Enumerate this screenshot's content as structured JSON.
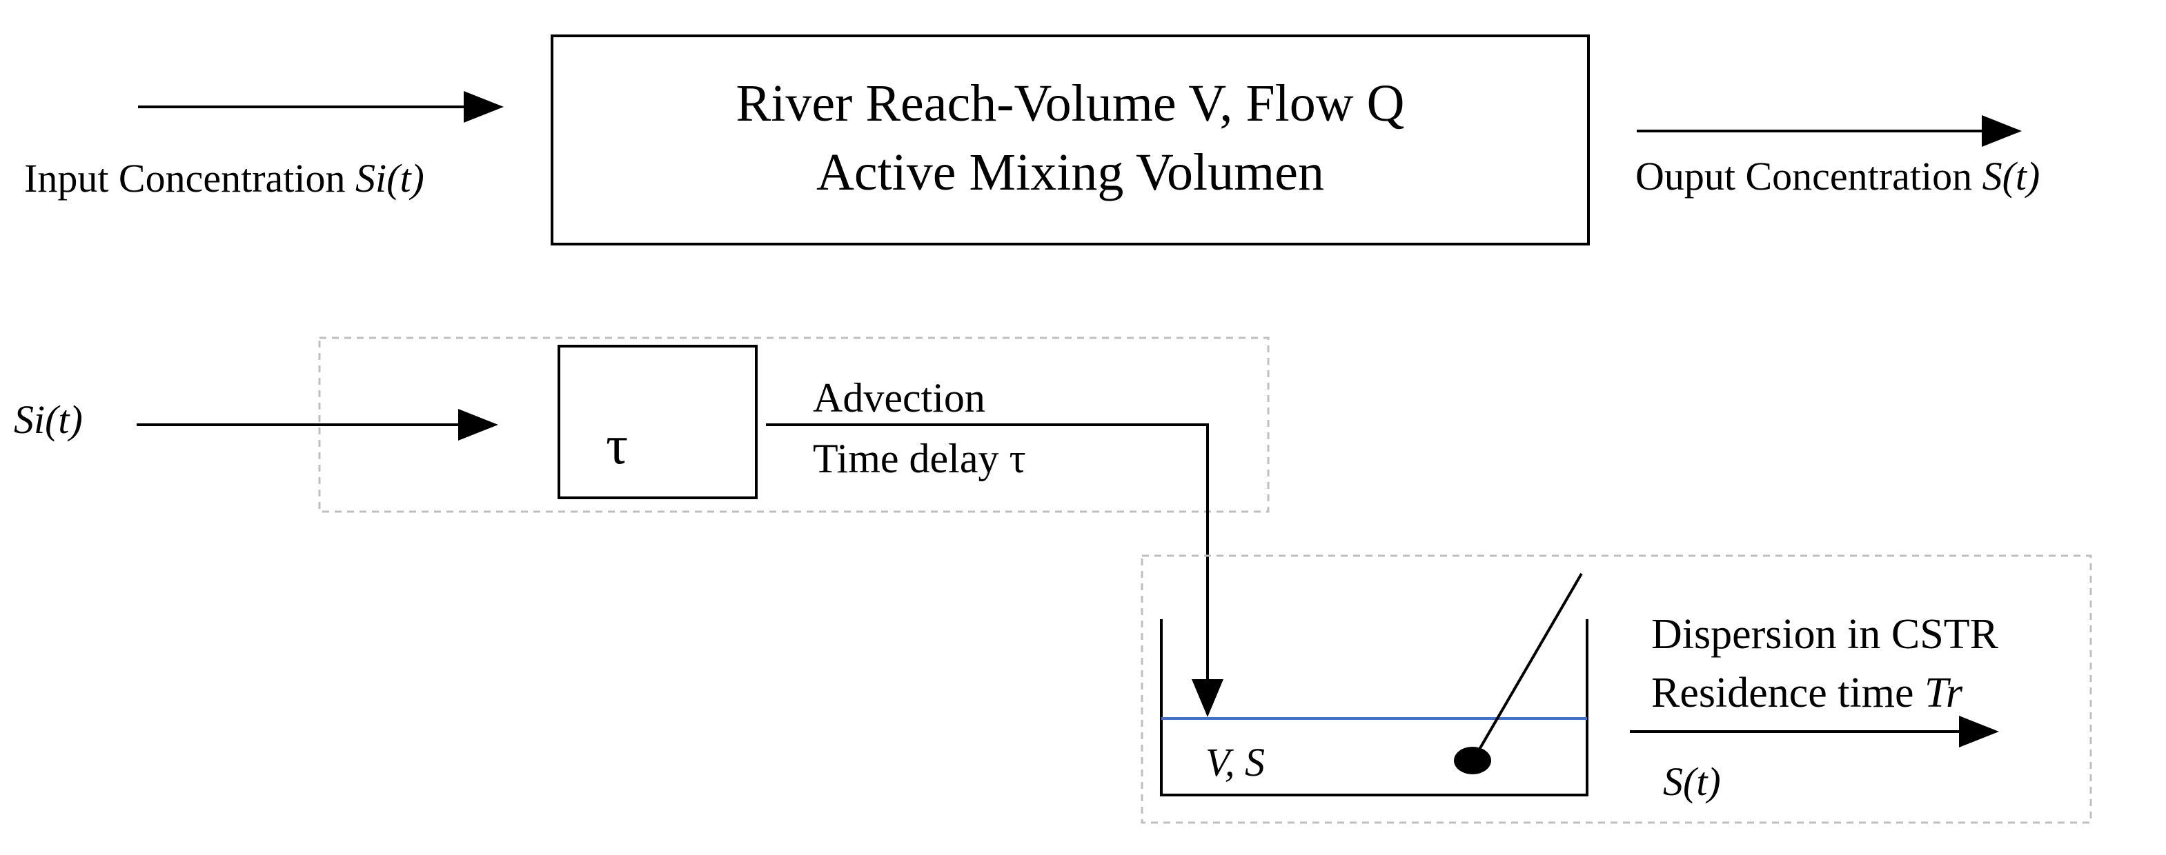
{
  "top_model": {
    "input_label_prefix": "Input Concentration ",
    "input_label_var": "Si(t)",
    "box_line1": "River Reach-Volume V, Flow Q",
    "box_line2": "Active Mixing Volumen",
    "output_label_prefix": "Ouput Concentration ",
    "output_label_var": "S(t)"
  },
  "advection_stage": {
    "input_var": "Si(t)",
    "delay_symbol": "τ",
    "label_line1": "Advection",
    "label_line2": "Time delay τ"
  },
  "cstr_stage": {
    "volume_label": "V, S",
    "label_line1": "Dispersion in CSTR",
    "label_line2_prefix": "Residence time ",
    "label_line2_var": "Tr",
    "output_var": "S(t)"
  },
  "colors": {
    "line": "#000000",
    "water_surface": "#4472c4",
    "dashed_frame": "#bfbfbf"
  }
}
